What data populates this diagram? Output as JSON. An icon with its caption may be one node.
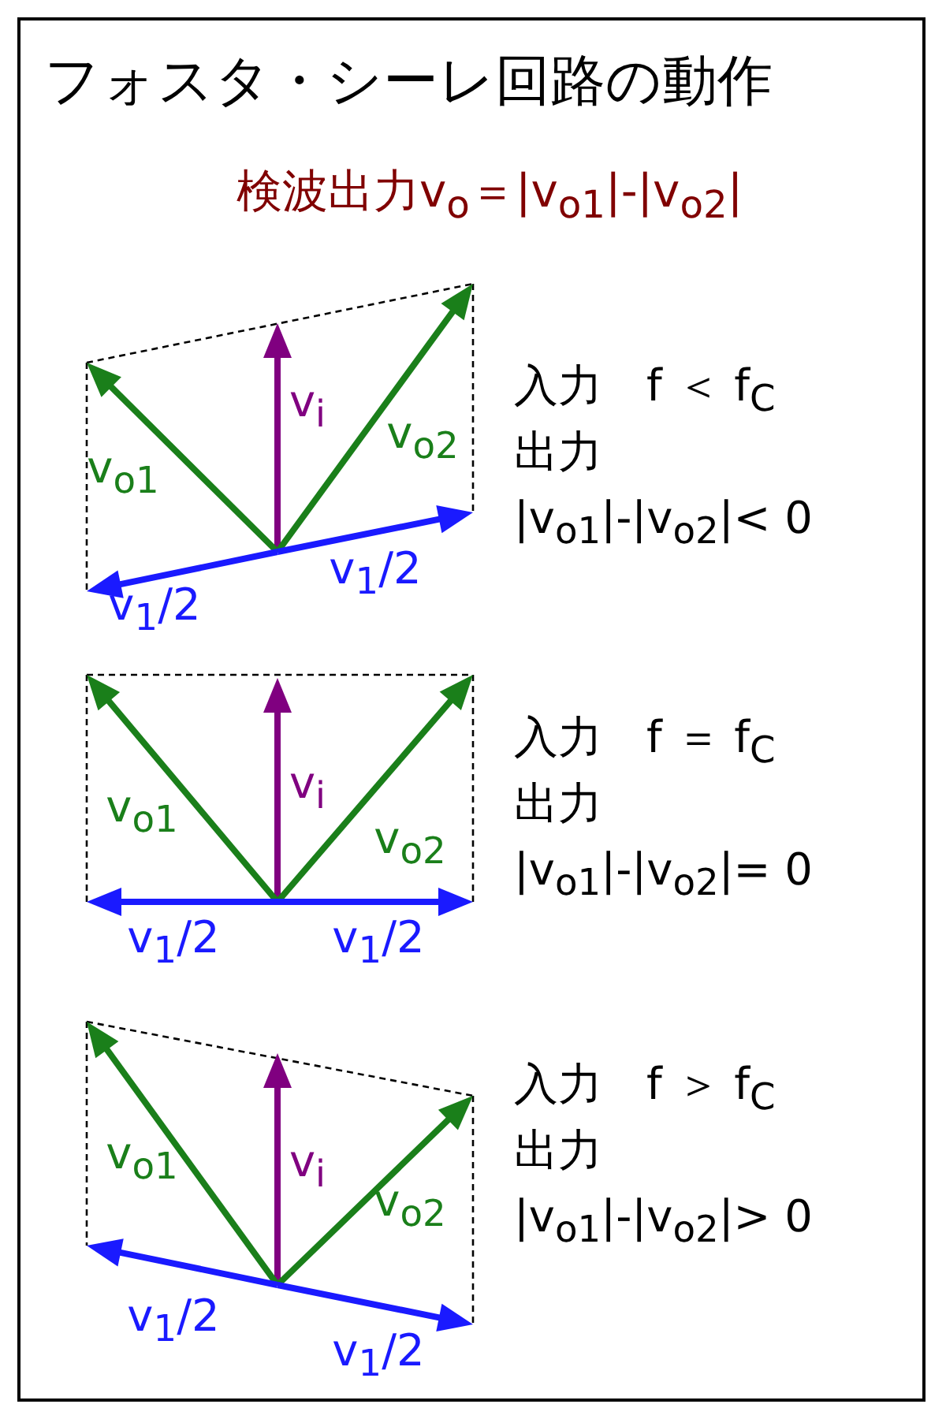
{
  "diagram": {
    "title": "フォスタ・シーレ回路の動作",
    "labels": [
      "検波出力v$_{o}$＝|v$_{o1}$|-|v$_{o2}$|",
      "v$_{i}$",
      "v$_{o1}$",
      "v$_{o2}$",
      "v$_{1}$/2",
      "v$_{1}$/2",
      "入力　f ＜ f$_{C}$",
      "出力",
      "|v$_{o1}$|-|v$_{o2}$|< 0",
      "v$_{i}$",
      "v$_{o1}$",
      "v$_{o2}$",
      "v$_{1}$/2",
      "v$_{1}$/2",
      "入力　f ＝ f$_{C}$",
      "出力",
      "|v$_{o1}$|-|v$_{o2}$|= 0",
      "v$_{i}$",
      "v$_{o1}$",
      "v$_{o2}$",
      "v$_{1}$/2",
      "v$_{1}$/2",
      "入力　f ＞ f$_{C}$",
      "出力",
      "|v$_{o1}$|-|v$_{o2}$|> 0"
    ]
  }
}
